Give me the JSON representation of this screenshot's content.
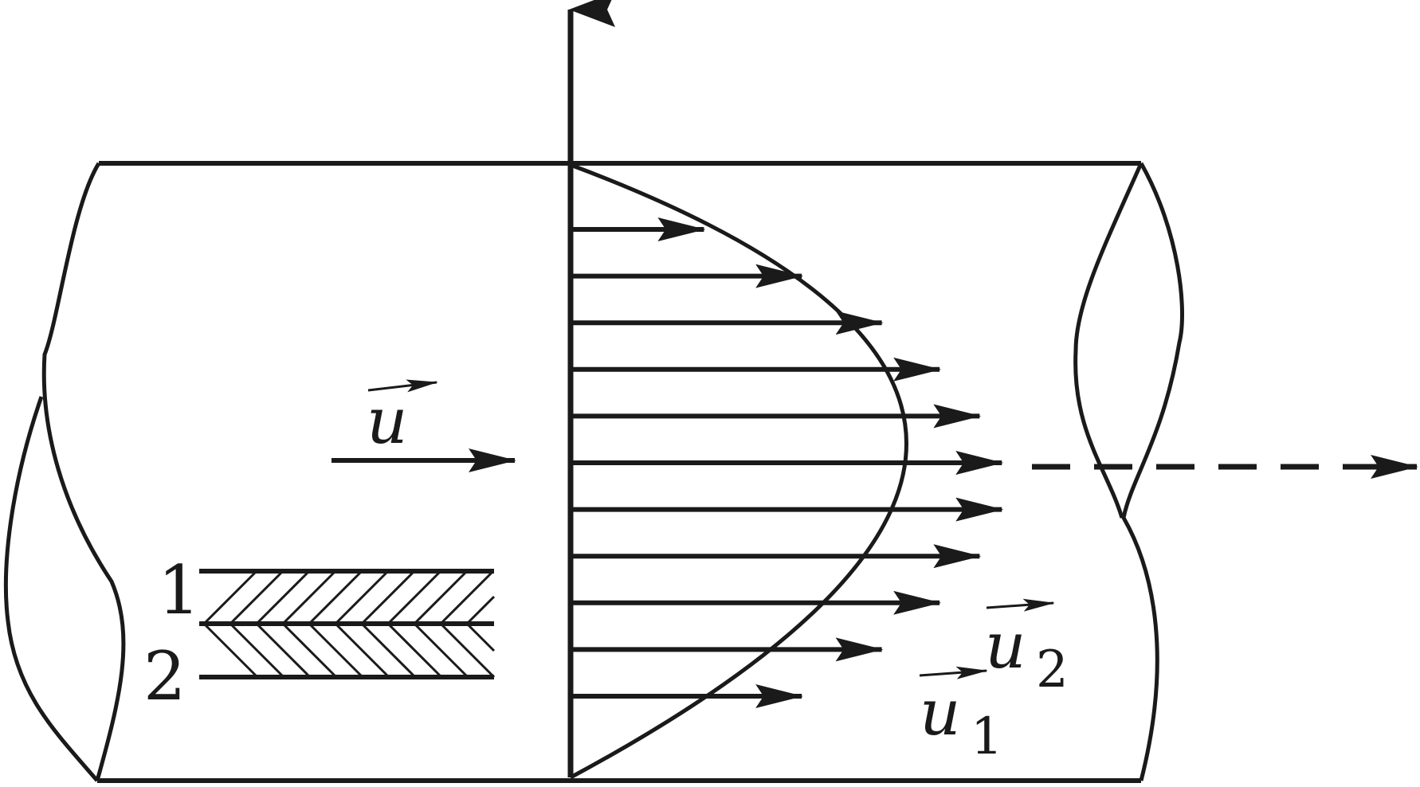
{
  "colors": {
    "ink": "#1a1a1a",
    "background": "#ffffff"
  },
  "labels": {
    "mean_velocity": "u",
    "layer_1": "1",
    "layer_2": "2",
    "velocity_1": "u",
    "velocity_1_subscript": "1",
    "velocity_2": "u",
    "velocity_2_subscript": "2"
  },
  "profile": {
    "type": "parabolic",
    "arrow_count": 11,
    "relative_lengths": [
      0.3,
      0.52,
      0.7,
      0.83,
      0.92,
      0.97,
      0.97,
      0.92,
      0.83,
      0.7,
      0.52
    ]
  }
}
